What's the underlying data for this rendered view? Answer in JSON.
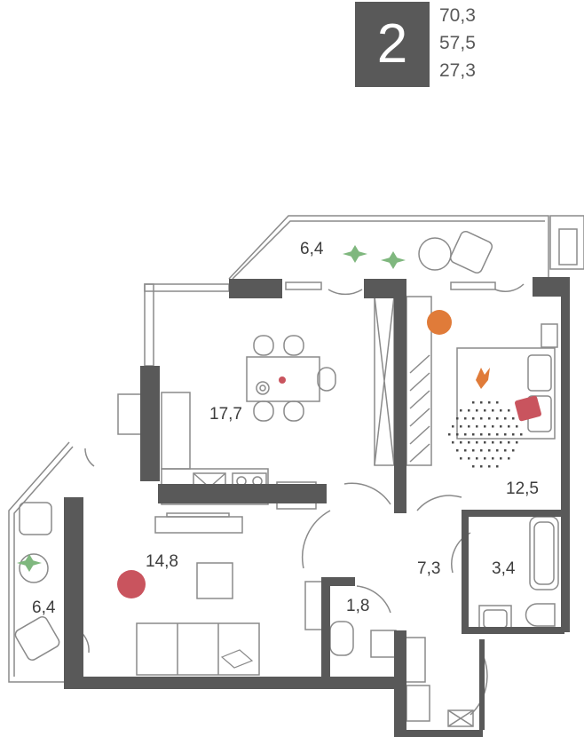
{
  "header": {
    "room_count": "2",
    "total_area": "70,3",
    "living_area": "57,5",
    "kitchen_area": "27,3"
  },
  "rooms": [
    {
      "id": "balcony-top",
      "area": "6,4"
    },
    {
      "id": "kitchen-living",
      "area": "17,7"
    },
    {
      "id": "bedroom",
      "area": "12,5"
    },
    {
      "id": "living-room",
      "area": "14,8"
    },
    {
      "id": "hallway",
      "area": "7,3"
    },
    {
      "id": "bathroom",
      "area": "3,4"
    },
    {
      "id": "toilet",
      "area": "1,8"
    },
    {
      "id": "balcony-left",
      "area": "6,4"
    }
  ],
  "colors": {
    "wall": "#595959",
    "line": "#8a8a8a",
    "plant": "#7fb77e",
    "accent_orange": "#e07b39",
    "accent_red": "#c9545e",
    "dots": "#4a4a4a"
  }
}
